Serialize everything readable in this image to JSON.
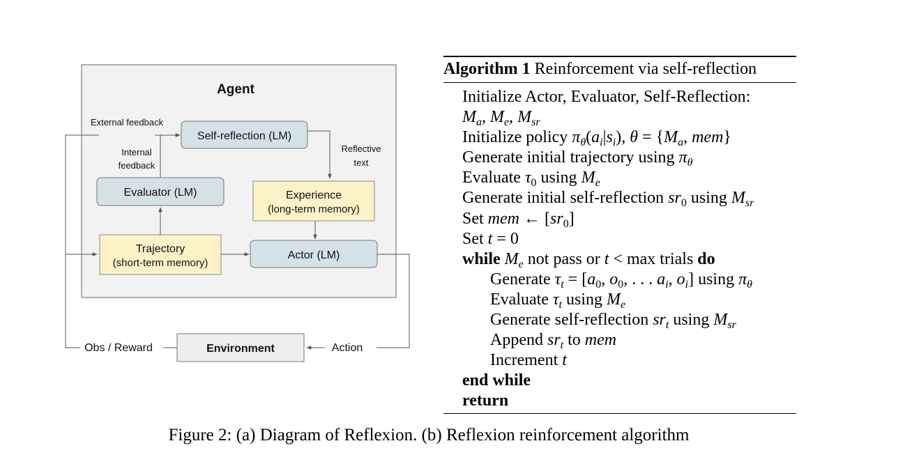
{
  "diagram": {
    "agent_title": "Agent",
    "self_reflection": "Self-reflection (LM)",
    "evaluator": "Evaluator (LM)",
    "experience_line1": "Experience",
    "experience_line2": "(long-term memory)",
    "trajectory_line1": "Trajectory",
    "trajectory_line2": "(short-term memory)",
    "actor": "Actor (LM)",
    "environment": "Environment",
    "external_feedback": "External feedback",
    "internal_feedback_line1": "Internal",
    "internal_feedback_line2": "feedback",
    "reflective_text_line1": "Reflective",
    "reflective_text_line2": "text",
    "obs_reward": "Obs / Reward",
    "action": "Action",
    "colors": {
      "lm_box": "#d4e1e6",
      "memory_box": "#fdf2c7",
      "environment_box": "#eeeeee",
      "agent_panel": "#f2f2f2"
    }
  },
  "algorithm": {
    "label": "Algorithm 1",
    "title": "Reinforcement via self-reflection",
    "lines": [
      {
        "indent": 0,
        "keyword": "",
        "text": "Initialize Actor, Evaluator, Self-Reflection:"
      },
      {
        "indent": 0,
        "keyword": "",
        "text": "M_a, M_e, M_sr"
      },
      {
        "indent": 0,
        "keyword": "",
        "text": "Initialize policy π_θ(a_i|s_i), θ = {M_a, mem}"
      },
      {
        "indent": 0,
        "keyword": "",
        "text": "Generate initial trajectory using π_θ"
      },
      {
        "indent": 0,
        "keyword": "",
        "text": "Evaluate τ_0 using M_e"
      },
      {
        "indent": 0,
        "keyword": "",
        "text": "Generate initial self-reflection sr_0 using M_sr"
      },
      {
        "indent": 0,
        "keyword": "",
        "text": "Set mem ← [sr_0]"
      },
      {
        "indent": 0,
        "keyword": "",
        "text": "Set t = 0"
      },
      {
        "indent": 0,
        "keyword": "while",
        "text": "M_e not pass or t < max trials",
        "keyword_end": "do"
      },
      {
        "indent": 1,
        "keyword": "",
        "text": "Generate τ_t = [a_0, o_0, . . . a_i, o_i] using π_θ"
      },
      {
        "indent": 1,
        "keyword": "",
        "text": "Evaluate τ_t using M_e"
      },
      {
        "indent": 1,
        "keyword": "",
        "text": "Generate self-reflection sr_t using M_sr"
      },
      {
        "indent": 1,
        "keyword": "",
        "text": "Append sr_t to mem"
      },
      {
        "indent": 1,
        "keyword": "",
        "text": "Increment t"
      },
      {
        "indent": 0,
        "keyword": "end while",
        "text": ""
      },
      {
        "indent": 0,
        "keyword": "return",
        "text": ""
      }
    ]
  },
  "caption": "Figure 2: (a) Diagram of Reflexion. (b) Reflexion reinforcement algorithm"
}
